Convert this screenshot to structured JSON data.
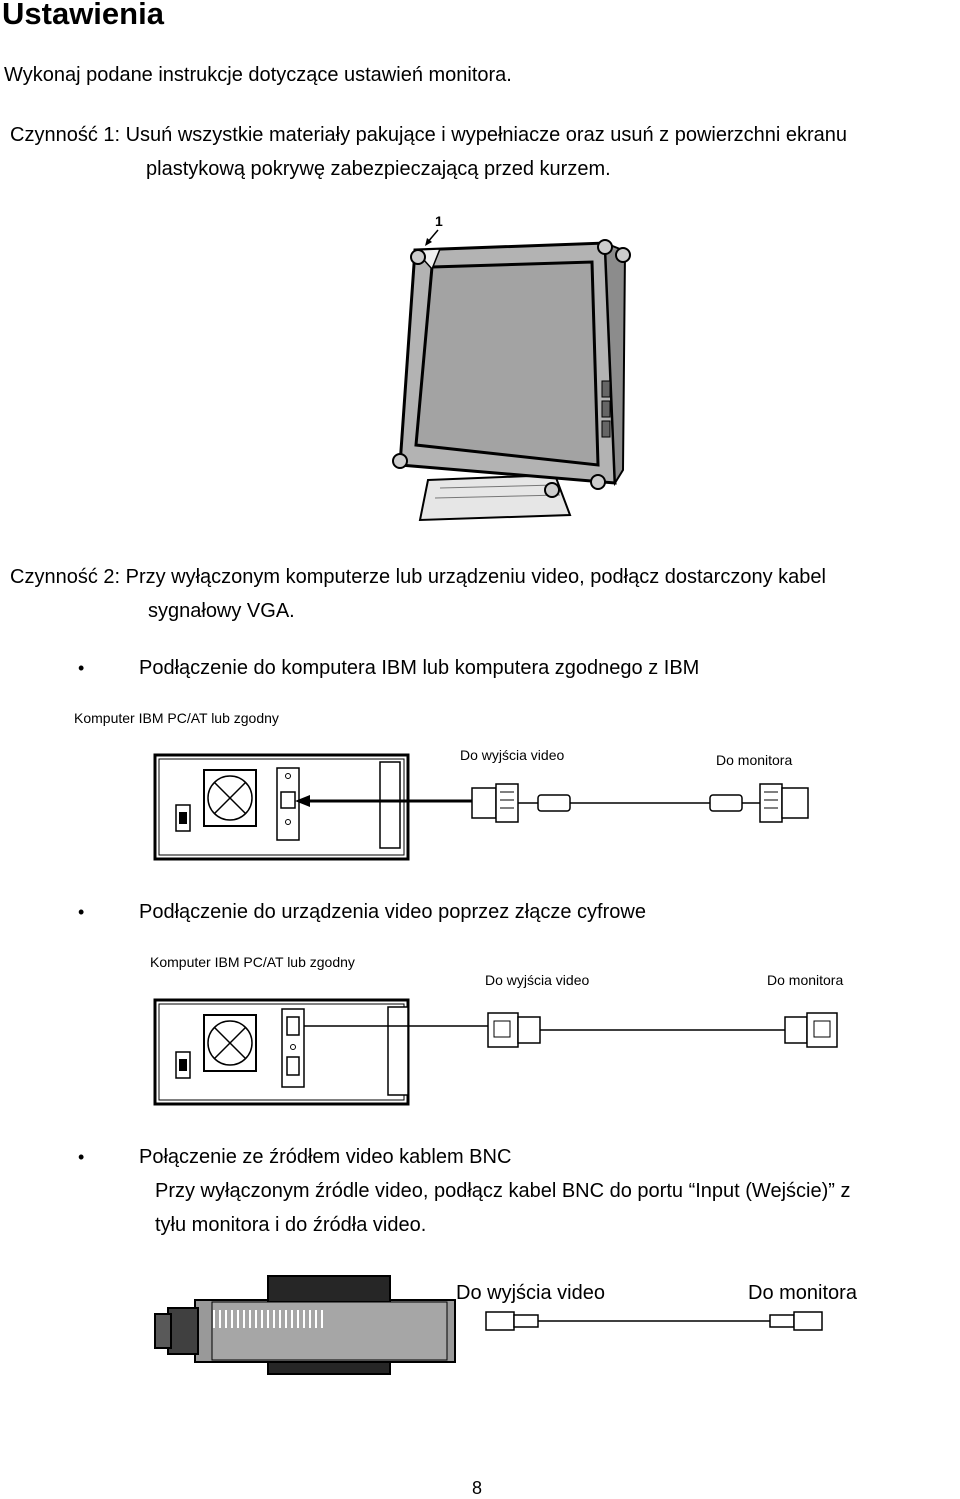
{
  "heading": "Ustawienia",
  "intro": "Wykonaj podane instrukcje dotyczące ustawień monitora.",
  "step1": {
    "line1": "Czynność 1: Usuń wszystkie materiały pakujące i wypełniacze oraz usuń z powierzchni ekranu",
    "line2": "plastykową pokrywę zabezpieczającą przed kurzem.",
    "callout": "1"
  },
  "step2": {
    "line1": "Czynność 2: Przy wyłączonym komputerze lub urządzeniu video, podłącz dostarczony kabel",
    "line2": "sygnałowy VGA."
  },
  "section_vga": {
    "bullet": "•",
    "title": "Podłączenie do komputera IBM lub komputera zgodnego z IBM",
    "computer_label": "Komputer IBM PC/AT lub zgodny",
    "video_out_label": "Do wyjścia video",
    "monitor_label": "Do monitora"
  },
  "section_digital": {
    "bullet": "•",
    "title": "Podłączenie do urządzenia video poprzez złącze cyfrowe",
    "computer_label": "Komputer IBM PC/AT lub zgodny",
    "video_out_label": "Do wyjścia video",
    "monitor_label": "Do monitora"
  },
  "section_bnc": {
    "bullet": "•",
    "title": "Połączenie ze źródłem video kablem BNC",
    "line1": "Przy wyłączonym źródle video, podłącz kabel BNC do portu “Input (Wejście)” z",
    "line2": "tyłu monitora i do źródła video.",
    "video_out_label": "Do wyjścia video",
    "monitor_label": "Do monitora"
  },
  "page_number": "8"
}
